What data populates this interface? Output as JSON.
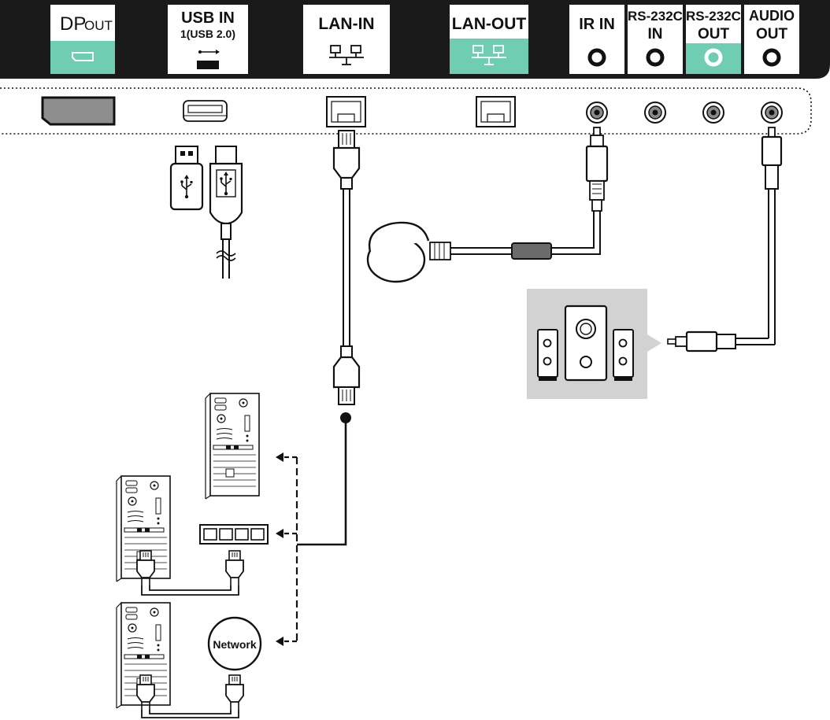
{
  "colors": {
    "bar": "#1a1a1a",
    "accent": "#6fcdb2",
    "line": "#111111",
    "panel": "#d2d2d2"
  },
  "ports": [
    {
      "id": "dp-out",
      "label_main": "DP",
      "label_sub": "OUT",
      "icon": "displayport-icon",
      "accent": true
    },
    {
      "id": "usb-in",
      "label_main": "USB IN",
      "label_sub": "1(USB 2.0)",
      "icon": "usb-icon",
      "accent": false
    },
    {
      "id": "lan-in",
      "label_main": "LAN-IN",
      "icon": "network-icon",
      "accent": false
    },
    {
      "id": "lan-out",
      "label_main": "LAN-OUT",
      "icon": "network-icon",
      "accent": true
    },
    {
      "id": "ir-in",
      "label_main": "IR IN",
      "icon": "jack-icon",
      "accent": false
    },
    {
      "id": "rs232c-in",
      "label_main": "RS-232C",
      "label_sub": "IN",
      "icon": "jack-icon",
      "accent": false
    },
    {
      "id": "rs232c-out",
      "label_main": "RS-232C",
      "label_sub": "OUT",
      "icon": "jack-icon",
      "accent": true
    },
    {
      "id": "audio-out",
      "label_main": "AUDIO",
      "label_sub": "OUT",
      "icon": "jack-icon",
      "accent": false
    }
  ],
  "network_label": "Network"
}
